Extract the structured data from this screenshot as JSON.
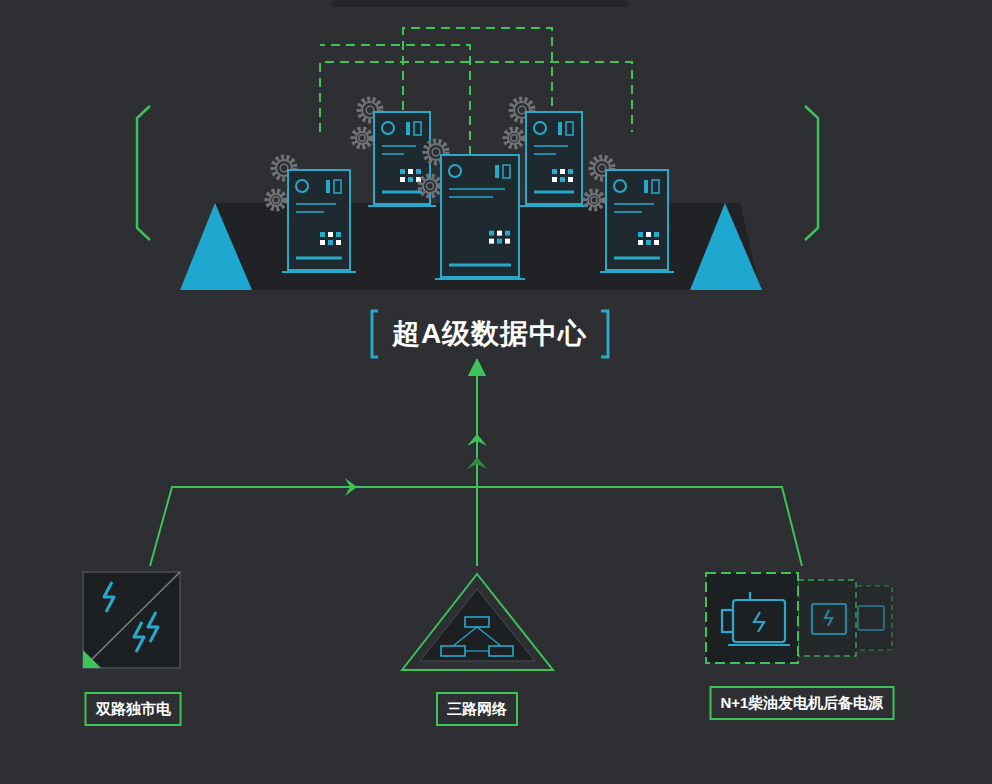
{
  "diagram": {
    "nodes": [
      {
        "text": [
          "超A级数据中心"
        ]
      },
      {
        "text": [
          "双路独市电"
        ]
      },
      {
        "text": [
          "三路网络"
        ]
      },
      {
        "text": [
          "N+1柴油发电机后备电源"
        ]
      }
    ],
    "edges": [
      {
        "from": 1,
        "to": 0,
        "arrow": "to"
      },
      {
        "from": 2,
        "to": 0,
        "arrow": "to"
      },
      {
        "from": 3,
        "to": 0,
        "arrow": "to"
      }
    ]
  }
}
